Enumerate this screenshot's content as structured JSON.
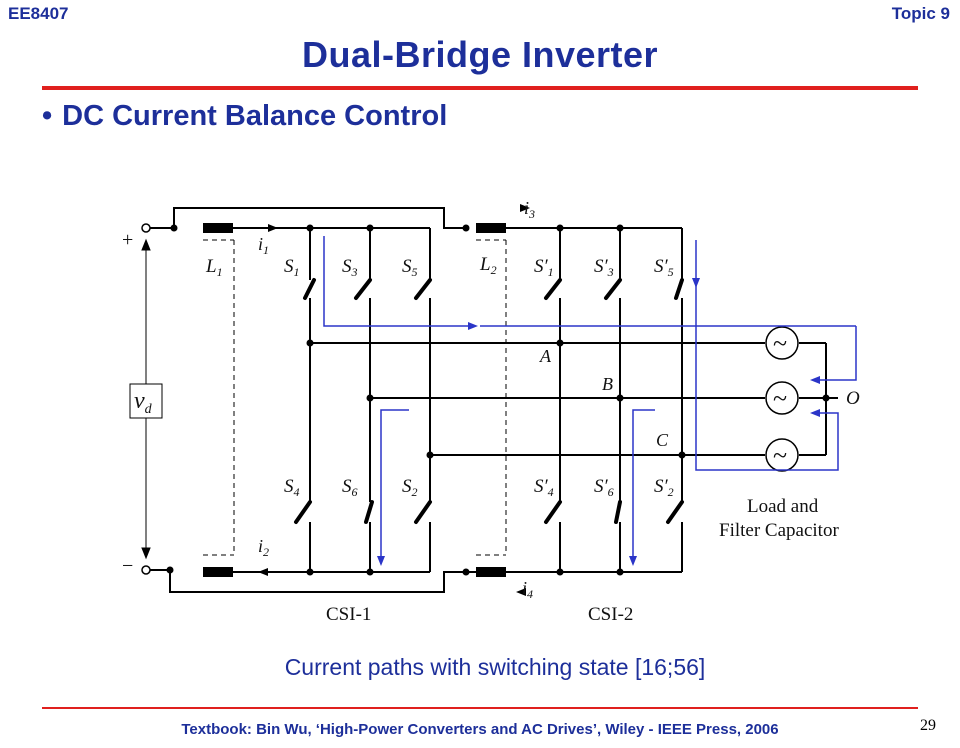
{
  "header": {
    "course": "EE8407",
    "topic": "Topic 9"
  },
  "title": "Dual-Bridge Inverter",
  "bullet": "DC Current Balance Control",
  "diagram": {
    "plus": "+",
    "minus": "−",
    "vd": "v",
    "vd_sub": "d",
    "L1": "L",
    "L1_sub": "1",
    "L2": "L",
    "L2_sub": "2",
    "i1": "i",
    "i1_sub": "1",
    "i2": "i",
    "i2_sub": "2",
    "i3": "i",
    "i3_sub": "3",
    "i4": "i",
    "i4_sub": "4",
    "s_top": [
      {
        "s": "S",
        "sub": "1"
      },
      {
        "s": "S",
        "sub": "3"
      },
      {
        "s": "S",
        "sub": "5"
      }
    ],
    "s_bot": [
      {
        "s": "S",
        "sub": "4"
      },
      {
        "s": "S",
        "sub": "6"
      },
      {
        "s": "S",
        "sub": "2"
      }
    ],
    "sp_top": [
      {
        "s": "S′",
        "sub": "1"
      },
      {
        "s": "S′",
        "sub": "3"
      },
      {
        "s": "S′",
        "sub": "5"
      }
    ],
    "sp_bot": [
      {
        "s": "S′",
        "sub": "4"
      },
      {
        "s": "S′",
        "sub": "6"
      },
      {
        "s": "S′",
        "sub": "2"
      }
    ],
    "node_A": "A",
    "node_B": "B",
    "node_C": "C",
    "node_O": "O",
    "load_line1": "Load and",
    "load_line2": "Filter Capacitor",
    "csi1": "CSI-1",
    "csi2": "CSI-2",
    "source_symbol": "~"
  },
  "caption": "Current paths with switching state [16;56]",
  "footer": "Textbook: Bin Wu, ‘High-Power Converters and AC Drives’, Wiley - IEEE Press, 2006",
  "page_number": "29",
  "colors": {
    "title": "#1d2f9a",
    "rule": "#e0201e",
    "path": "#2b35c8"
  }
}
